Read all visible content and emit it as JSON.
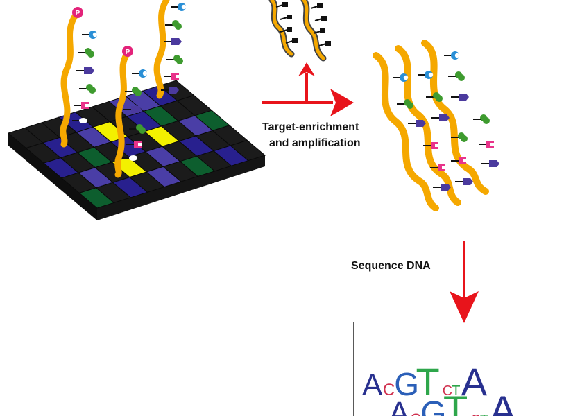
{
  "labels": {
    "enrichment_line1": "Target-enrichment",
    "enrichment_line2": "and amplification",
    "sequence": "Sequence DNA"
  },
  "phosphate_label": "P",
  "logo_rows": [
    [
      "A",
      "C",
      "G",
      "T",
      "C",
      "T",
      "A"
    ],
    [
      "A",
      "C",
      "G",
      "T",
      "C",
      "T",
      "A"
    ]
  ],
  "colors": {
    "strand": "#f5a800",
    "arrow": "#e8141b",
    "phosphate": "#e3237a",
    "base_blue": "#2a8fd6",
    "base_green": "#3e9b2f",
    "base_purple": "#4b3a9e",
    "base_pink": "#e8338a",
    "grid_black": "#1b1b1b",
    "grid_navy": "#28208e",
    "grid_purple": "#4a3ea6",
    "grid_green": "#0d5e2e",
    "grid_yellow": "#f3f000",
    "letter_A": "#28308f",
    "letter_C": "#d0304e",
    "letter_G": "#2b5fb8",
    "letter_T": "#2ea64b"
  },
  "icons": [
    "microarray-grid",
    "dna-strand",
    "phosphate-marker",
    "arrow",
    "sequence-logo"
  ]
}
